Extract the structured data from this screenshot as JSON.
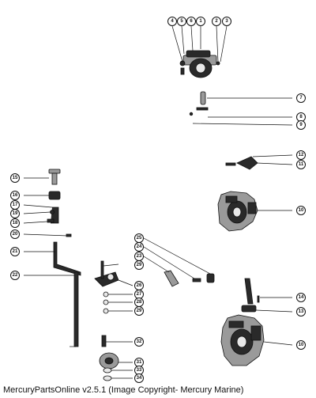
{
  "caption": "MercuryPartsOnline v2.5.1 (Image Copyright- Mercury Marine)",
  "callouts": [
    "1",
    "2",
    "3",
    "4",
    "5",
    "6",
    "7",
    "8",
    "9",
    "10",
    "11",
    "12",
    "13",
    "14",
    "15",
    "16",
    "17",
    "18",
    "19",
    "20",
    "21",
    "22",
    "23",
    "24",
    "25",
    "26",
    "27",
    "28",
    "29",
    "30",
    "31",
    "32",
    "33",
    "34"
  ]
}
